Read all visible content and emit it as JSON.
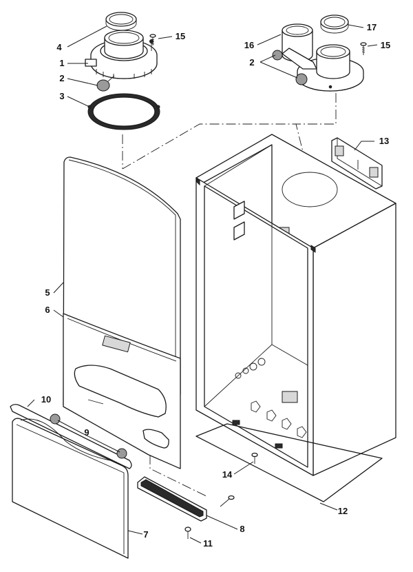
{
  "callouts": {
    "c1": "1",
    "c2a": "2",
    "c2b": "2",
    "c3": "3",
    "c4": "4",
    "c5": "5",
    "c6": "6",
    "c7": "7",
    "c8": "8",
    "c9": "9",
    "c10": "10",
    "c11": "11",
    "c12": "12",
    "c13": "13",
    "c14": "14",
    "c15a": "15",
    "c15b": "15",
    "c16": "16",
    "c17": "17"
  }
}
